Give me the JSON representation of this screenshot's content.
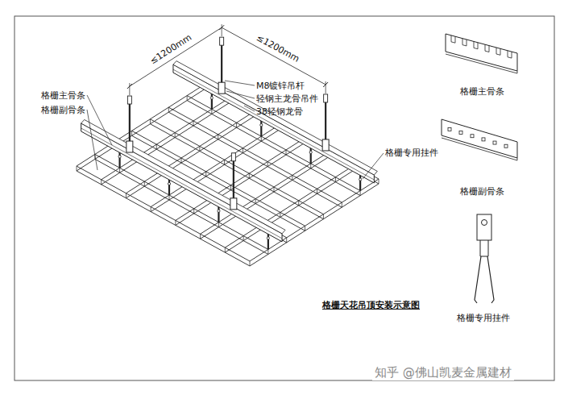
{
  "diagram": {
    "caption": "格栅天花吊顶安装示意图",
    "labels": [
      "≤1200mm",
      "≤1200mm",
      "M8镀锌吊杆",
      "轻钢主龙骨吊件",
      "38轻钢龙骨",
      "格栅主骨条",
      "格栅副骨条",
      "格栅专用挂件",
      "格栅主骨条",
      "格栅副骨条",
      "格栅专用挂件",
      "知乎 @佛山凯麦金属建材"
    ]
  }
}
